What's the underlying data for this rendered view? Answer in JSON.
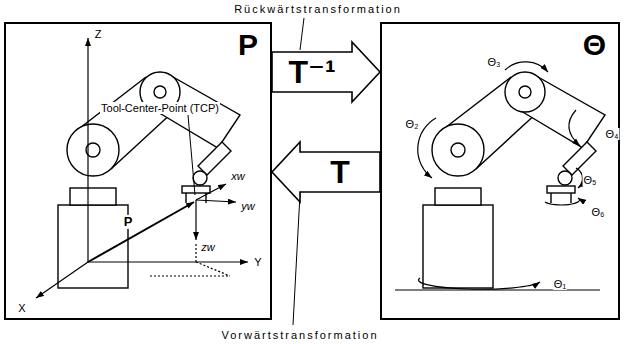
{
  "diagram": {
    "nodes": [
      {
        "text": [
          "P"
        ]
      },
      {
        "text": [
          "Θ"
        ]
      }
    ],
    "edges": [
      {
        "from": 0,
        "to": 1,
        "arrow": "to",
        "label": "T⁻¹"
      },
      {
        "from": 1,
        "to": 0,
        "arrow": "to",
        "label": "T"
      }
    ],
    "labels": [
      "Rückwärtstransformation",
      "Vorwärtstransformation",
      "Z",
      "Y",
      "X",
      "Tool-Center-Point (TCP)",
      "P",
      "xw",
      "yw",
      "zw",
      "Θ₁",
      "Θ₂",
      "Θ₃",
      "Θ₄",
      "Θ₅",
      "Θ₆"
    ]
  }
}
